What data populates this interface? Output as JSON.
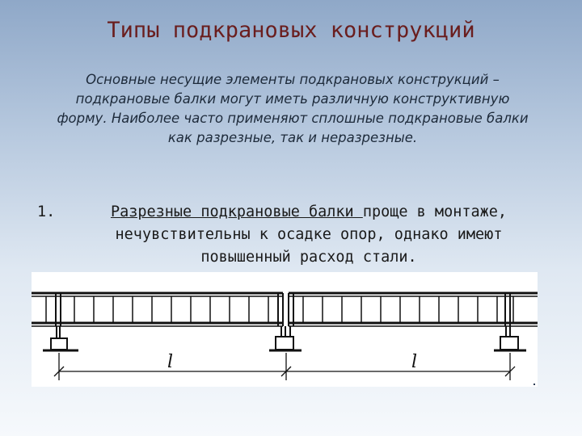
{
  "slide": {
    "title": "Типы подкрановых конструкций",
    "intro": "Основные несущие элементы подкрановых конструкций – подкрановые балки могут иметь различную конструктивную форму. Наиболее часто применяют сплошные подкрановые балки как разрезные, так и неразрезные.",
    "point": {
      "number": "1.",
      "underlined": "Разрезные подкрановые балки ",
      "rest_line1": "проще в монтаже,",
      "rest_line2": "нечувствительны к осадке опор, однако имеют",
      "rest_line3": "повышенный расход стали."
    }
  },
  "figure": {
    "span_label_left": "l",
    "span_label_right": "l"
  }
}
